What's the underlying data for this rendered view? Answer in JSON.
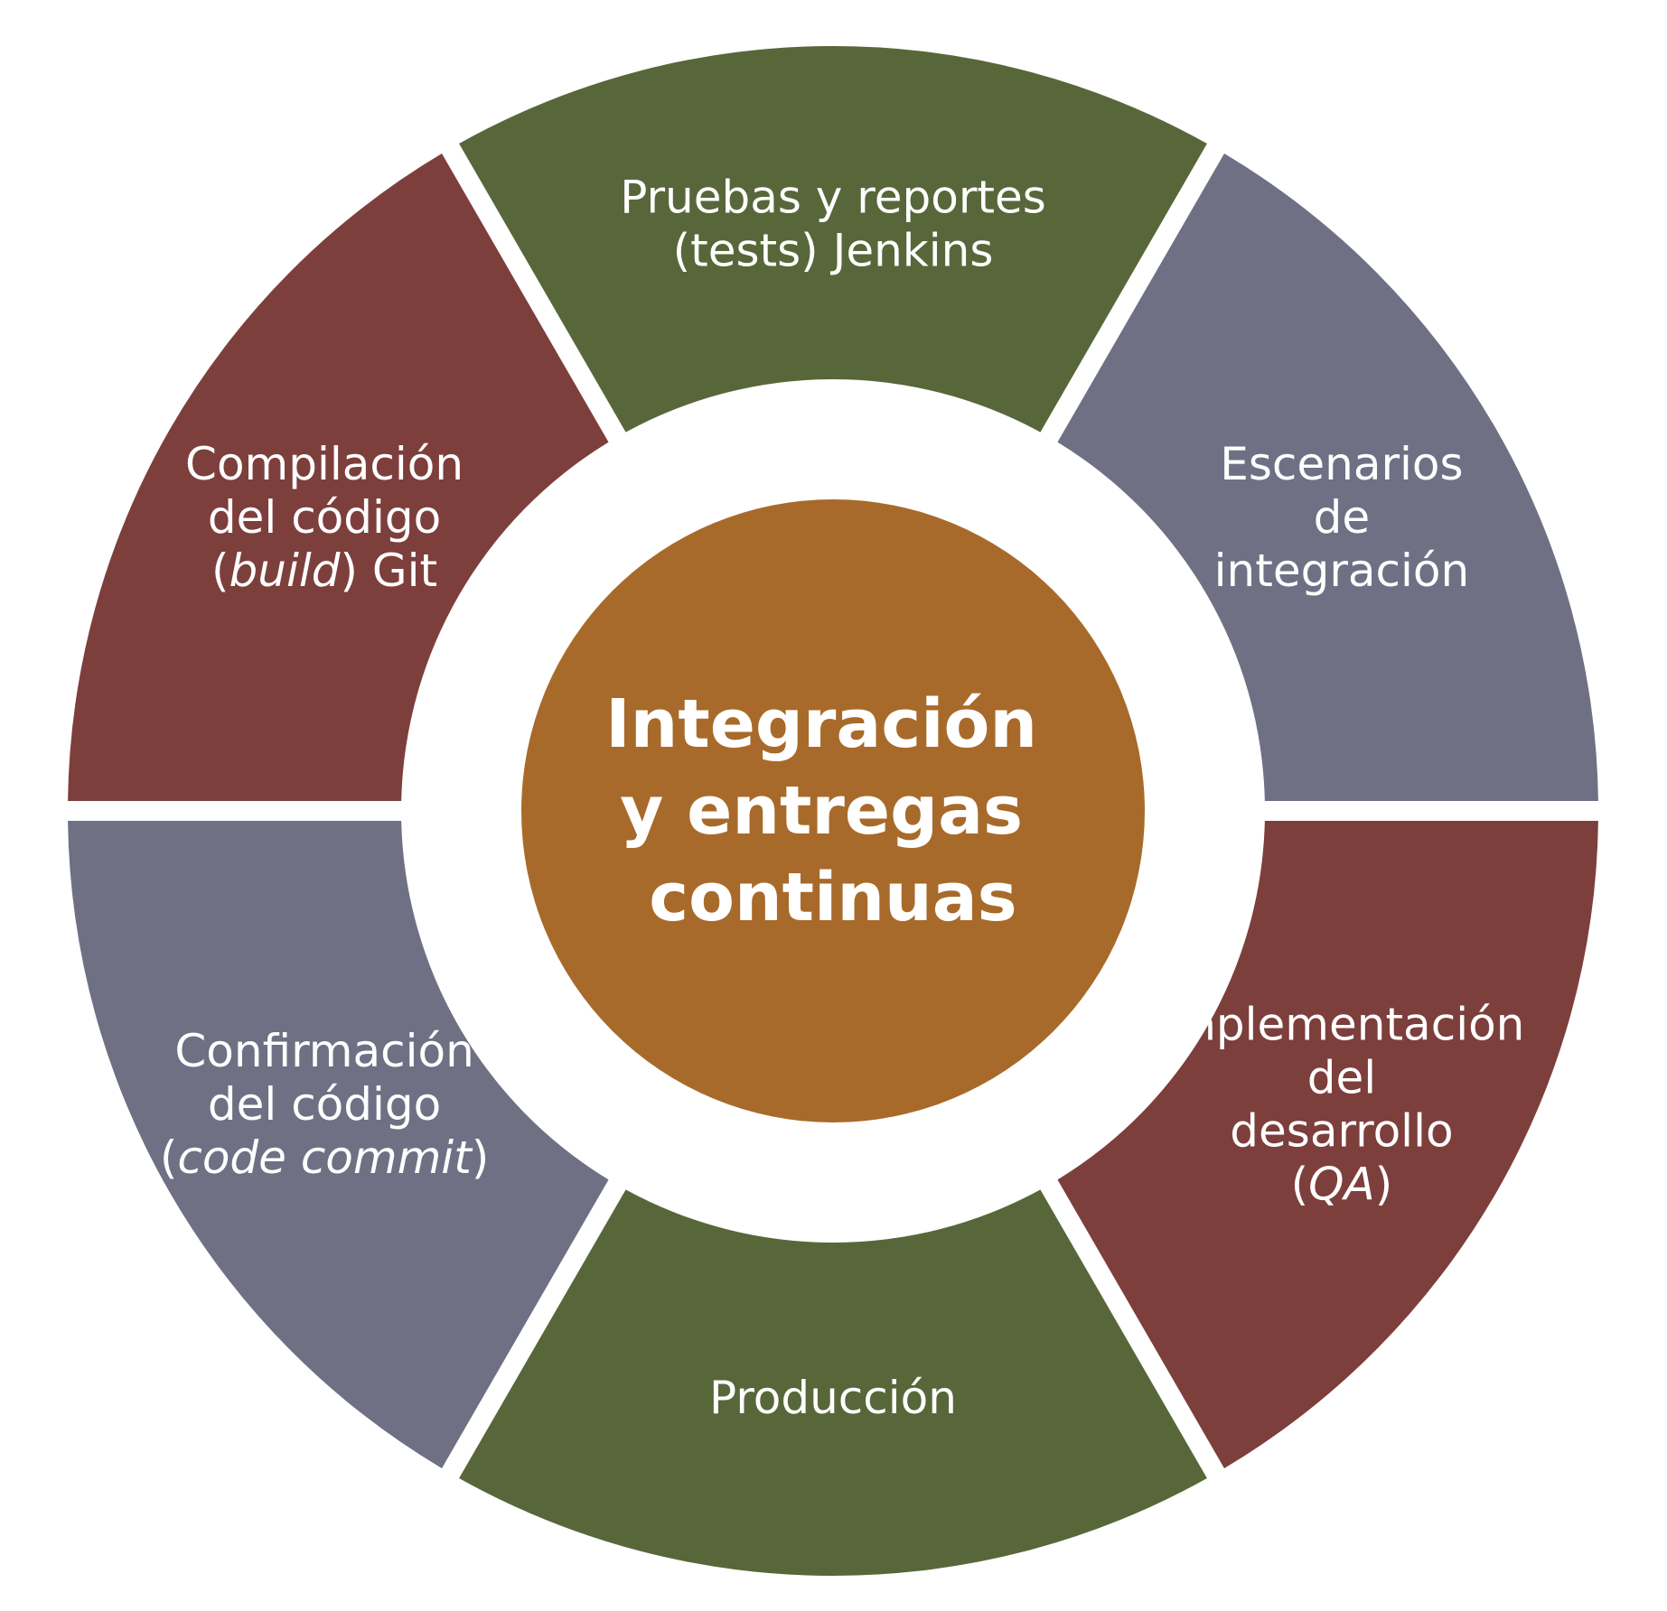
{
  "center": {
    "lines": [
      "Integración",
      "y entregas",
      "continuas"
    ]
  },
  "colors": {
    "green": "#58673a",
    "slate": "#6f7084",
    "maroon": "#7d3f3c",
    "center": "#a86a2a",
    "gap": "#ffffff"
  },
  "segments": [
    {
      "id": "pruebas",
      "color": "green",
      "lines": [
        [
          {
            "t": "Pruebas y reportes"
          }
        ],
        [
          {
            "t": "(tests) Jenkins"
          }
        ]
      ]
    },
    {
      "id": "escenarios",
      "color": "slate",
      "lines": [
        [
          {
            "t": "Escenarios"
          }
        ],
        [
          {
            "t": "de"
          }
        ],
        [
          {
            "t": "integración"
          }
        ]
      ]
    },
    {
      "id": "implementacion",
      "color": "maroon",
      "lines": [
        [
          {
            "t": "Implementación"
          }
        ],
        [
          {
            "t": "del"
          }
        ],
        [
          {
            "t": "desarrollo"
          }
        ],
        [
          {
            "t": "("
          },
          {
            "t": "QA",
            "i": true
          },
          {
            "t": ")"
          }
        ]
      ]
    },
    {
      "id": "produccion",
      "color": "green",
      "lines": [
        [
          {
            "t": "Producción"
          }
        ]
      ]
    },
    {
      "id": "confirmacion",
      "color": "slate",
      "lines": [
        [
          {
            "t": "Confirmación"
          }
        ],
        [
          {
            "t": "del código"
          }
        ],
        [
          {
            "t": "("
          },
          {
            "t": "code commit",
            "i": true
          },
          {
            "t": ")"
          }
        ]
      ]
    },
    {
      "id": "compilacion",
      "color": "maroon",
      "lines": [
        [
          {
            "t": "Compilación"
          }
        ],
        [
          {
            "t": "del código"
          }
        ],
        [
          {
            "t": "("
          },
          {
            "t": "build",
            "i": true
          },
          {
            "t": ") Git"
          }
        ]
      ]
    }
  ]
}
